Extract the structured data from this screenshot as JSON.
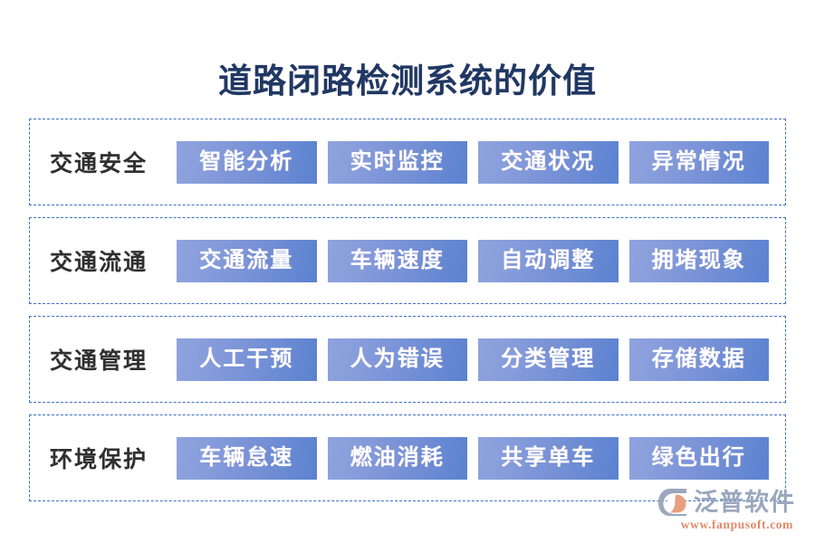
{
  "page": {
    "title": "道路闭路检测系统的价值",
    "background_color": "#ffffff",
    "title_color": "#1f3864",
    "border_color": "#3e6fc4",
    "chip_gradient_from": "#8fa3dd",
    "chip_gradient_to": "#5b82d0",
    "chip_text_color": "#ffffff",
    "label_color": "#2f2f2f"
  },
  "rows": [
    {
      "label": "交通安全",
      "chips": [
        {
          "label": "智能分析"
        },
        {
          "label": "实时监控"
        },
        {
          "label": "交通状况"
        },
        {
          "label": "异常情况"
        }
      ]
    },
    {
      "label": "交通流通",
      "chips": [
        {
          "label": "交通流量"
        },
        {
          "label": "车辆速度"
        },
        {
          "label": "自动调整"
        },
        {
          "label": "拥堵现象"
        }
      ]
    },
    {
      "label": "交通管理",
      "chips": [
        {
          "label": "人工干预"
        },
        {
          "label": "人为错误"
        },
        {
          "label": "分类管理"
        },
        {
          "label": "存储数据"
        }
      ]
    },
    {
      "label": "环境保护",
      "chips": [
        {
          "label": "车辆怠速"
        },
        {
          "label": "燃油消耗"
        },
        {
          "label": "共享单车"
        },
        {
          "label": "绿色出行"
        }
      ]
    }
  ],
  "logo": {
    "name": "泛普软件",
    "url": "www.fanpusoft.com",
    "mark_icon": "fanpu-logo-icon",
    "mark_color": "#9aa7bd",
    "accent_color": "#e08a6a"
  }
}
